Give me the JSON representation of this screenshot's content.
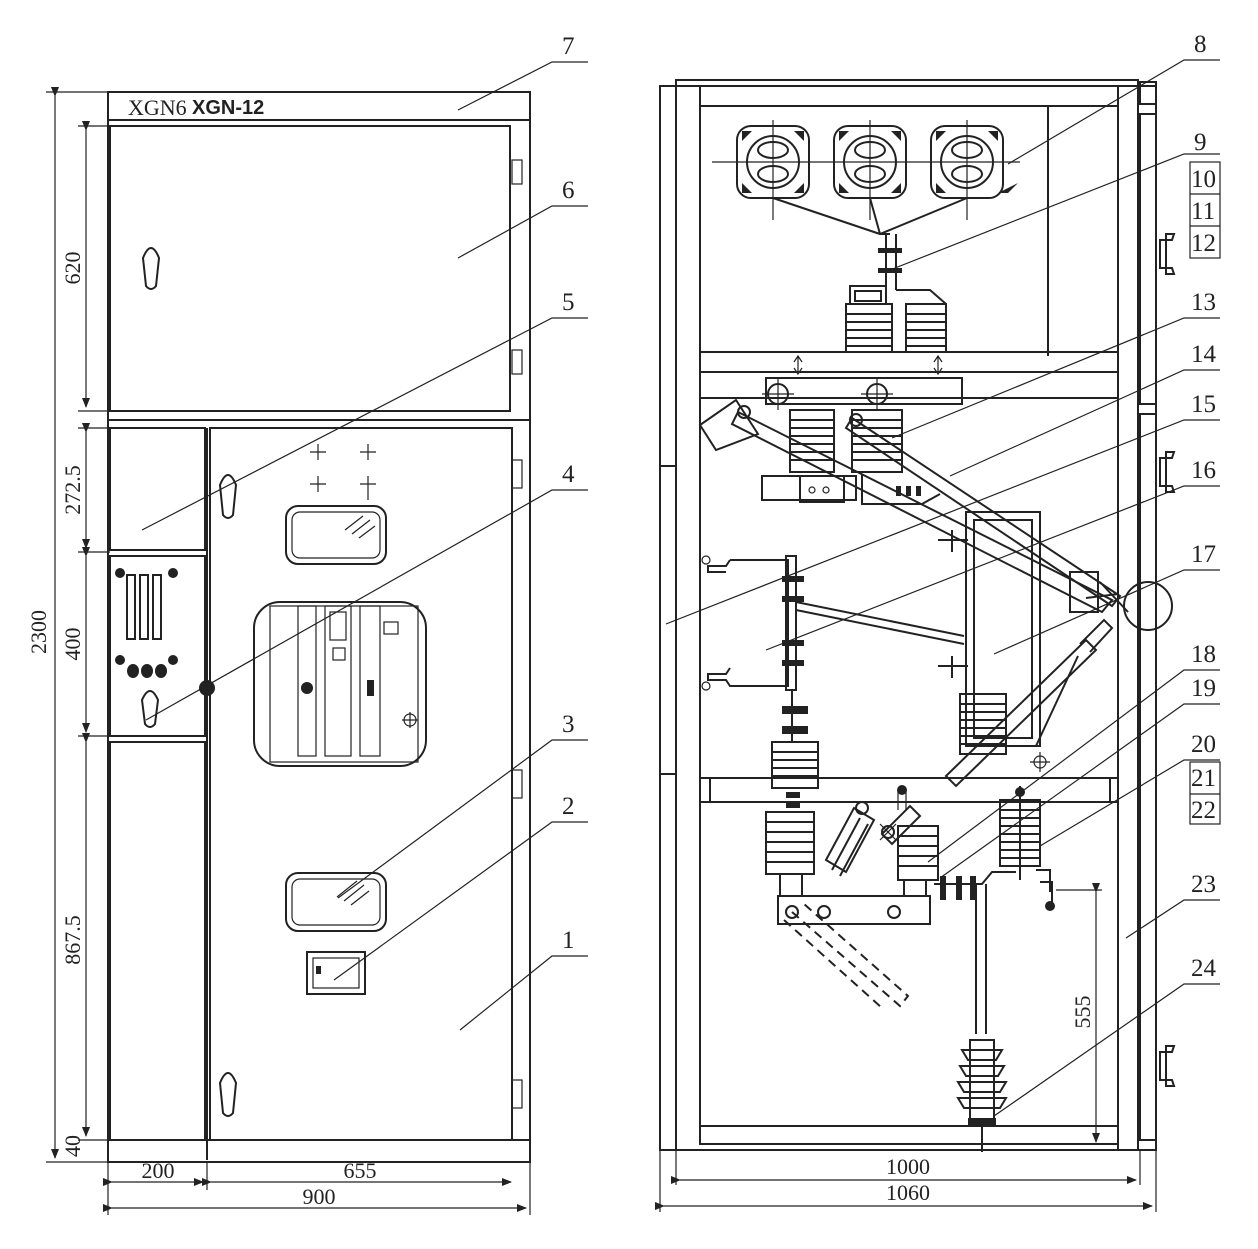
{
  "front_view": {
    "model_prefix": "XGN6",
    "model_name": "XGN-12",
    "dimensions": {
      "total_height": "2300",
      "top_section": "620",
      "section_a": "272.5",
      "section_b": "400",
      "lower_section": "867.5",
      "base": "40",
      "left_width": "200",
      "right_width": "655",
      "total_width": "900"
    }
  },
  "side_view": {
    "dimensions": {
      "inner_width": "1000",
      "outer_width": "1060",
      "height_555": "555"
    }
  },
  "labels": {
    "n1": "1",
    "n2": "2",
    "n3": "3",
    "n4": "4",
    "n5": "5",
    "n6": "6",
    "n7": "7",
    "n8": "8",
    "n9": "9",
    "n10": "10",
    "n11": "11",
    "n12": "12",
    "n13": "13",
    "n14": "14",
    "n15": "15",
    "n16": "16",
    "n17": "17",
    "n18": "18",
    "n19": "19",
    "n20": "20",
    "n21": "21",
    "n22": "22",
    "n23": "23",
    "n24": "24"
  }
}
